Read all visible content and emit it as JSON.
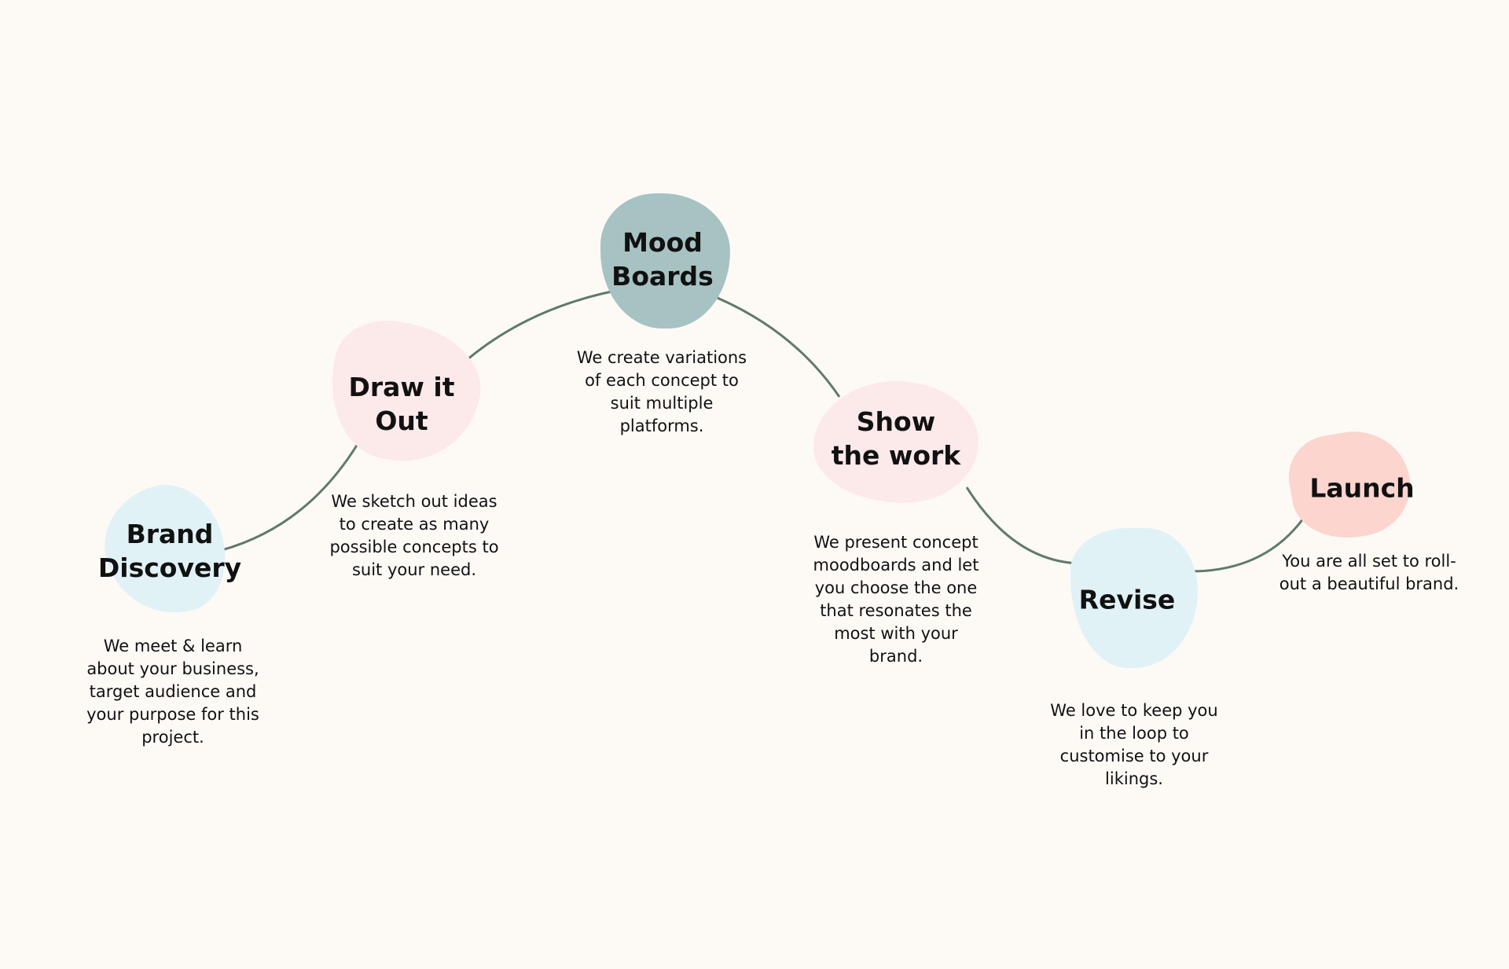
{
  "colors": {
    "background": "#fdfaf6",
    "line": "#5f7a6a",
    "mood": "#a7c2c2",
    "pink": "#fce9ea",
    "blue": "#e1f2f7",
    "launch": "#fbd5ce"
  },
  "steps": [
    {
      "title": [
        "Brand",
        "Discovery"
      ],
      "description": "We meet & learn about your business, target audience and your purpose for this project."
    },
    {
      "title": [
        "Draw it",
        "Out"
      ],
      "description": "We sketch out ideas to create as many possible concepts to suit your need."
    },
    {
      "title": [
        "Mood",
        "Boards"
      ],
      "description": "We create variations of each concept to suit multiple platforms."
    },
    {
      "title": [
        "Show",
        "the work"
      ],
      "description": "We present concept moodboards and let you choose the one that resonates the most with your brand."
    },
    {
      "title": [
        "Revise"
      ],
      "description": "We love to keep you in the loop to customise to your likings."
    },
    {
      "title": [
        "Launch"
      ],
      "description": "You are all set to roll-out a beautiful brand."
    }
  ]
}
